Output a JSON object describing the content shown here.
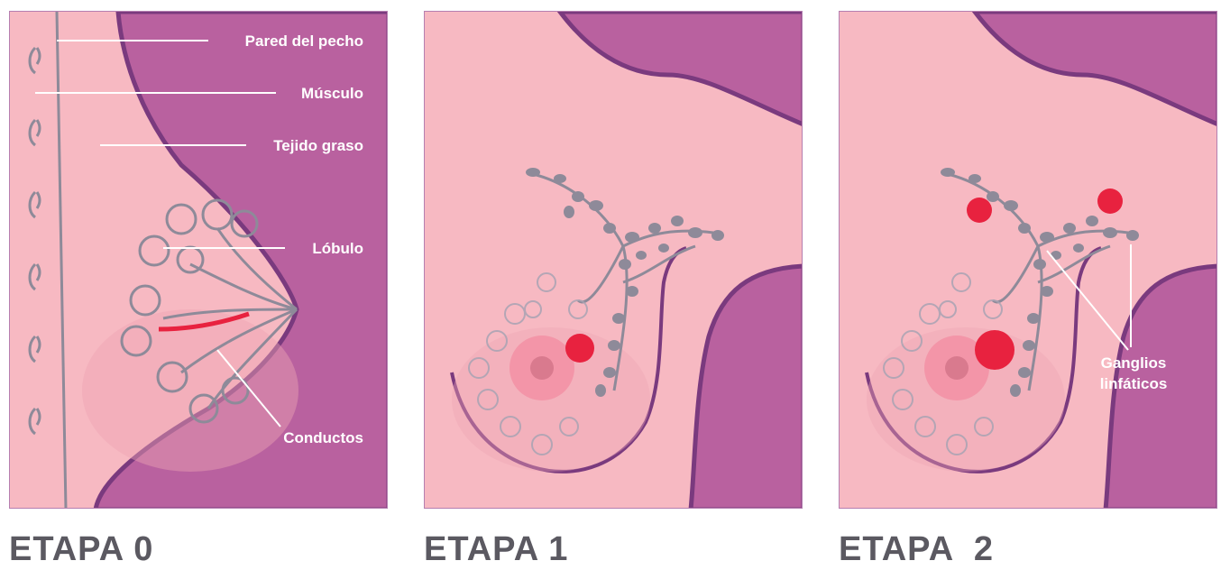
{
  "panels": [
    {
      "stage": "ETAPA 0",
      "labels": {
        "chest_wall": "Pared del pecho",
        "muscle": "Músculo",
        "fatty_tissue": "Tejido graso",
        "lobule": "Lóbulo",
        "ducts": "Conductos"
      }
    },
    {
      "stage": "ETAPA 1"
    },
    {
      "stage": "ETAPA  2",
      "labels": {
        "lymph_nodes_line1": "Ganglios",
        "lymph_nodes_line2": "linfáticos"
      }
    }
  ],
  "colors": {
    "tissue": "#f7b9c2",
    "muscle_purple": "#b9619f",
    "outline": "#7a3a7e",
    "tumor": "#e8223f",
    "gland_gray": "#8e8a99",
    "stage_text": "#5b5961",
    "label_text": "#ffffff"
  }
}
